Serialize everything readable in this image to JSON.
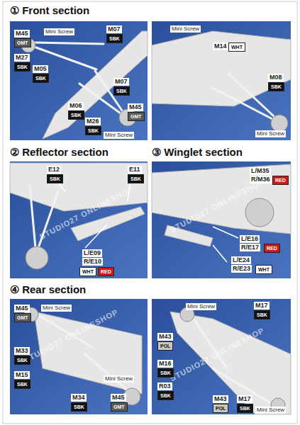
{
  "diagram": {
    "nodes": [
      {
        "text": [
          "① Front section"
        ]
      },
      {
        "text": [
          "② Reflector section"
        ]
      },
      {
        "text": [
          "③ Winglet section"
        ]
      },
      {
        "text": [
          "④ Rear section"
        ]
      }
    ],
    "labels": [
      "Mini Screw",
      "M07",
      "SBK",
      "M45",
      "GMT",
      "M27",
      "SBK",
      "M05",
      "SBK",
      "M07",
      "SBK",
      "M06",
      "SBK",
      "M45",
      "GMT",
      "M26",
      "SBK",
      "Mini Screw",
      "Mini Screw",
      "M14",
      "WHT",
      "M08",
      "SBK",
      "Mini Screw",
      "E12",
      "SBK",
      "E11",
      "SBK",
      "L/E09",
      "R/E10",
      "WHT",
      "RED",
      "L/M35",
      "R/M36",
      "RED",
      "L/E16",
      "R/E17",
      "RED",
      "L/E24",
      "R/E23",
      "WHT",
      "M45",
      "GMT",
      "Mini Screw",
      "M33",
      "SBK",
      "M15",
      "SBK",
      "Mini Screw",
      "M34",
      "SBK",
      "M45",
      "GMT",
      "Mini Screw",
      "M17",
      "SBK",
      "M43",
      "POL",
      "M16",
      "SBK",
      "R03",
      "SBK",
      "M43",
      "POL",
      "M17",
      "SBK",
      "Mini Screw",
      "STUDIO27 ONLINESHOP",
      "STUDIO27 ONLINESHOP",
      "STUDIO27 ONLINESHOP",
      "STUDIO27 ONLINESHOP"
    ]
  }
}
